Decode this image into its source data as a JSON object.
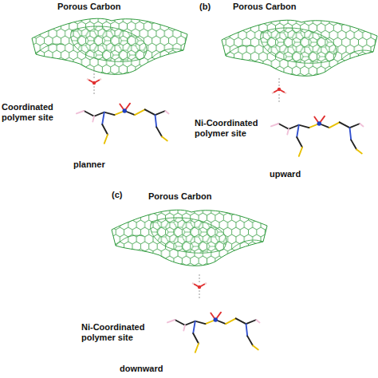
{
  "diagram": {
    "labels": [
      "Porous Carbon",
      "Coordinated polymer site",
      "planner",
      "(b)",
      "Porous Carbon",
      "Ni-Coordinated polymer site",
      "upward",
      "(c)",
      "Porous Carbon",
      "Ni-Coordinated polymer site",
      "downward"
    ]
  }
}
